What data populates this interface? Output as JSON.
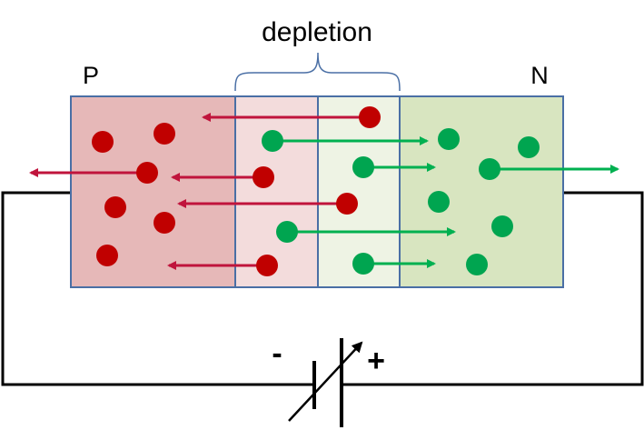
{
  "labels": {
    "depletion": "depletion",
    "p_side": "P",
    "n_side": "N",
    "minus": "-",
    "plus": "+"
  },
  "colors": {
    "p_region": "#e6b8b8",
    "p_depletion": "#f3dcdc",
    "n_depletion": "#eef3e4",
    "n_region": "#d8e5c0",
    "region_border": "#4a6fa5",
    "hole": "#c00000",
    "hole_arrow": "#c0143c",
    "electron": "#00a550",
    "electron_arrow": "#00b050",
    "wire": "#000000"
  },
  "icons": {
    "battery": "variable-dc-source-icon"
  }
}
